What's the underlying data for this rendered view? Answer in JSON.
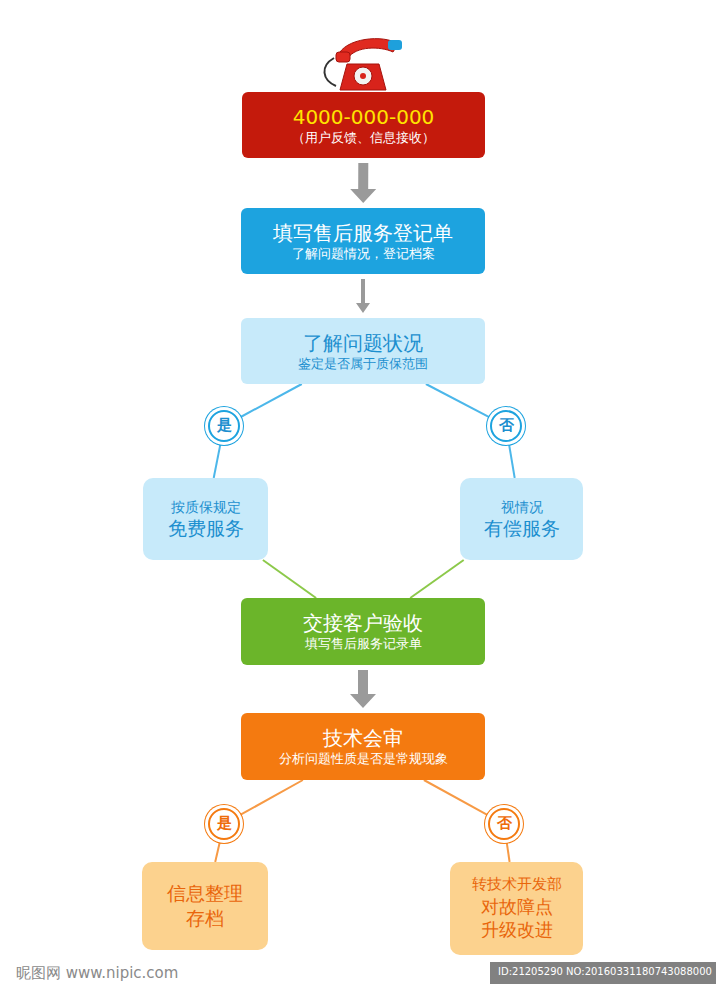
{
  "diagram": {
    "nodes": [
      {
        "text": [
          "4000-000-000",
          "（用户反馈、信息接收）"
        ]
      },
      {
        "text": [
          "填写售后服务登记单",
          "了解问题情况，登记档案"
        ]
      },
      {
        "text": [
          "了解问题状况",
          "鉴定是否属于质保范围"
        ]
      },
      {
        "text": [
          "是"
        ]
      },
      {
        "text": [
          "否"
        ]
      },
      {
        "text": [
          "按质保规定",
          "免费服务"
        ]
      },
      {
        "text": [
          "视情况",
          "有偿服务"
        ]
      },
      {
        "text": [
          "交接客户验收",
          "填写售后服务记录单"
        ]
      },
      {
        "text": [
          "技术会审",
          "分析问题性质是否是常规现象"
        ]
      },
      {
        "text": [
          "是"
        ]
      },
      {
        "text": [
          "否"
        ]
      },
      {
        "text": [
          "信息整理 存档"
        ]
      },
      {
        "text": [
          "转技术开发部",
          "对故障点 升级改进"
        ]
      }
    ],
    "edges": [
      {
        "from": 0,
        "to": 1,
        "arrow": "to"
      },
      {
        "from": 1,
        "to": 2,
        "arrow": "to"
      },
      {
        "from": 2,
        "to": 3,
        "arrow": "none"
      },
      {
        "from": 2,
        "to": 4,
        "arrow": "none"
      },
      {
        "from": 3,
        "to": 5,
        "arrow": "none"
      },
      {
        "from": 4,
        "to": 6,
        "arrow": "none"
      },
      {
        "from": 5,
        "to": 7,
        "arrow": "none"
      },
      {
        "from": 6,
        "to": 7,
        "arrow": "none"
      },
      {
        "from": 7,
        "to": 8,
        "arrow": "to"
      },
      {
        "from": 8,
        "to": 9,
        "arrow": "none"
      },
      {
        "from": 8,
        "to": 10,
        "arrow": "none"
      },
      {
        "from": 9,
        "to": 11,
        "arrow": "none"
      },
      {
        "from": 10,
        "to": 12,
        "arrow": "none"
      }
    ],
    "labels": [
      "昵图网 www.nipic.com",
      "ID:21205290 NO:20160331180743088000"
    ]
  }
}
